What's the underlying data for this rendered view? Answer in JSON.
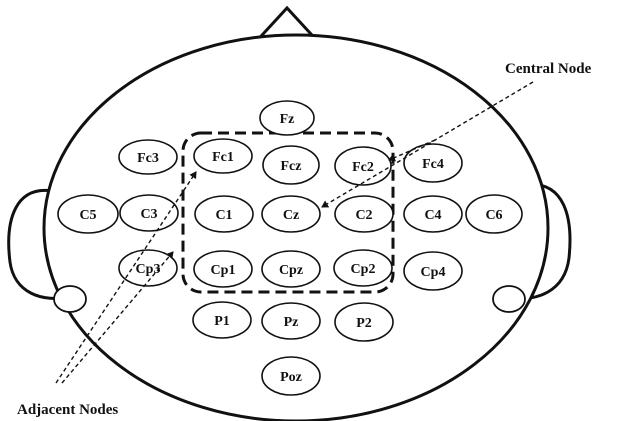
{
  "labels": {
    "central": "Central Node",
    "adjacent": "Adjacent Nodes"
  },
  "electrodes": [
    {
      "id": "fz",
      "label": "Fz"
    },
    {
      "id": "fc3",
      "label": "Fc3"
    },
    {
      "id": "fc1",
      "label": "Fc1"
    },
    {
      "id": "fcz",
      "label": "Fcz"
    },
    {
      "id": "fc2",
      "label": "Fc2"
    },
    {
      "id": "fc4",
      "label": "Fc4"
    },
    {
      "id": "c5",
      "label": "C5"
    },
    {
      "id": "c3",
      "label": "C3"
    },
    {
      "id": "c1",
      "label": "C1"
    },
    {
      "id": "cz",
      "label": "Cz"
    },
    {
      "id": "c2",
      "label": "C2"
    },
    {
      "id": "c4",
      "label": "C4"
    },
    {
      "id": "c6",
      "label": "C6"
    },
    {
      "id": "cp3",
      "label": "Cp3"
    },
    {
      "id": "cp1",
      "label": "Cp1"
    },
    {
      "id": "cpz",
      "label": "Cpz"
    },
    {
      "id": "cp2",
      "label": "Cp2"
    },
    {
      "id": "cp4",
      "label": "Cp4"
    },
    {
      "id": "p1",
      "label": "P1"
    },
    {
      "id": "pz",
      "label": "Pz"
    },
    {
      "id": "p2",
      "label": "P2"
    },
    {
      "id": "poz",
      "label": "Poz"
    }
  ]
}
